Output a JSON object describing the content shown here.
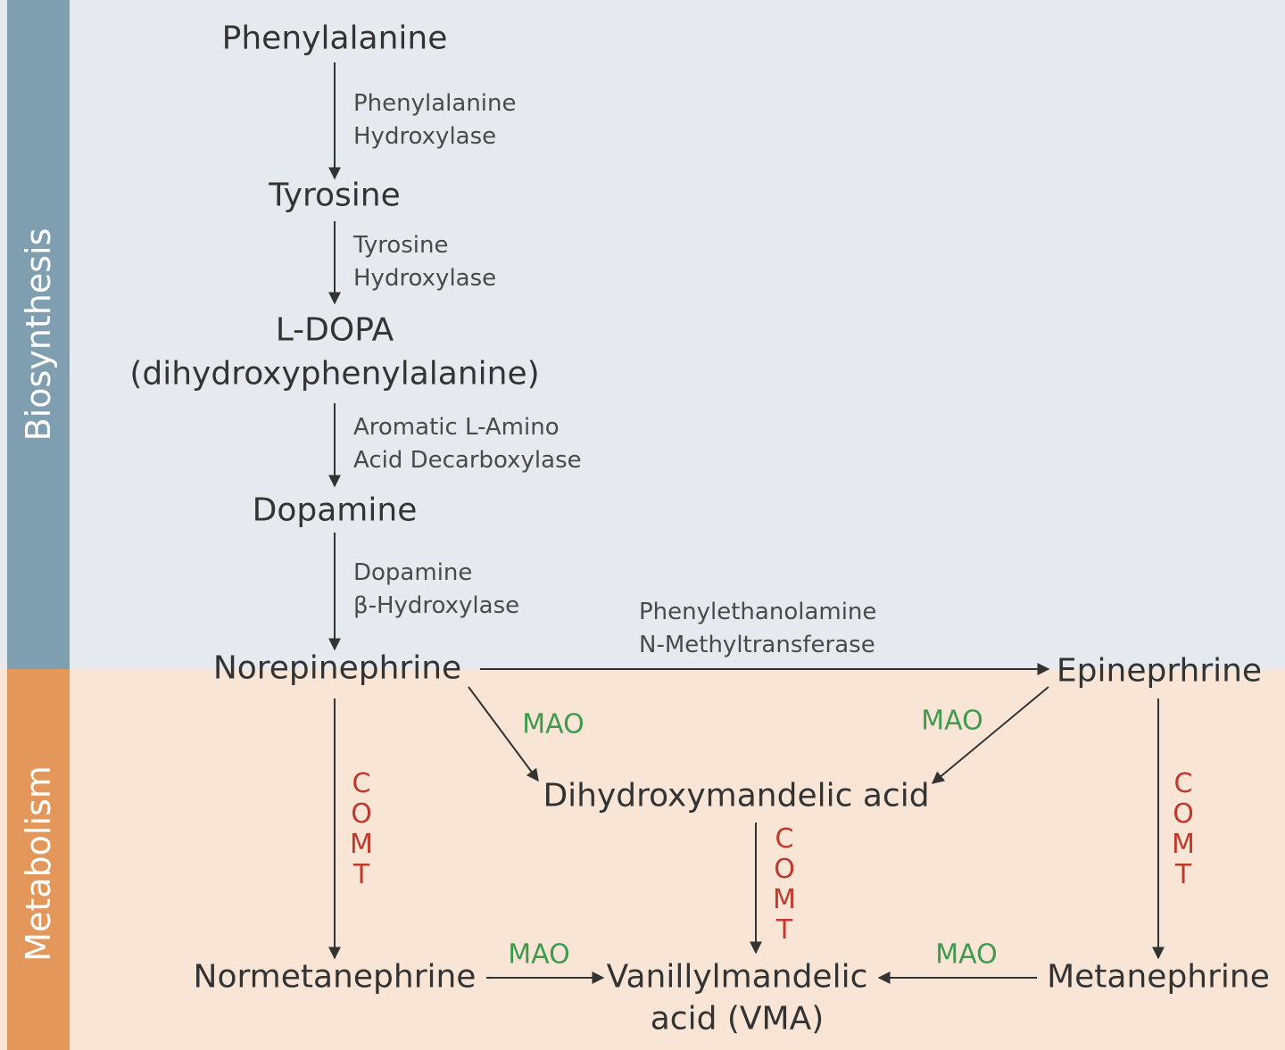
{
  "sections": {
    "biosynthesis": "Biosynthesis",
    "metabolism": "Metabolism"
  },
  "nodes": {
    "phenylalanine": "Phenylalanine",
    "tyrosine": "Tyrosine",
    "ldopa_line1": "L-DOPA",
    "ldopa_line2": "(dihydroxyphenylalanine)",
    "dopamine": "Dopamine",
    "norepinephrine": "Norepinephrine",
    "epinephrine": "Epineprhrine",
    "dihydroxymandelic": "Dihydroxymandelic acid",
    "normetanephrine": "Normetanephrine",
    "vma_line1": "Vanillylmandelic",
    "vma_line2": "acid (VMA)",
    "metanephrine": "Metanephrine"
  },
  "enzymes": {
    "phe_hydroxylase_1": "Phenylalanine",
    "phe_hydroxylase_2": "Hydroxylase",
    "tyr_hydroxylase_1": "Tyrosine",
    "tyr_hydroxylase_2": "Hydroxylase",
    "aadc_1": "Aromatic L-Amino",
    "aadc_2": "Acid Decarboxylase",
    "dbh_1": "Dopamine",
    "dbh_2": "β-Hydroxylase",
    "pnmt_1": "Phenylethanolamine",
    "pnmt_2": "N-Methyltransferase",
    "mao_ne": "MAO",
    "mao_epi": "MAO",
    "mao_nmn": "MAO",
    "mao_mn": "MAO",
    "comt_ne": "COMT",
    "comt_dhma": "COMT",
    "comt_epi": "COMT"
  },
  "colors": {
    "biosynthesis_bg": "#e6e9ed",
    "metabolism_bg": "#f8e5d6",
    "biosynthesis_bar": "#7f9eb0",
    "metabolism_bar": "#e3975a",
    "mao": "#3f9a4e",
    "comt": "#c0392b",
    "text": "#333333"
  }
}
